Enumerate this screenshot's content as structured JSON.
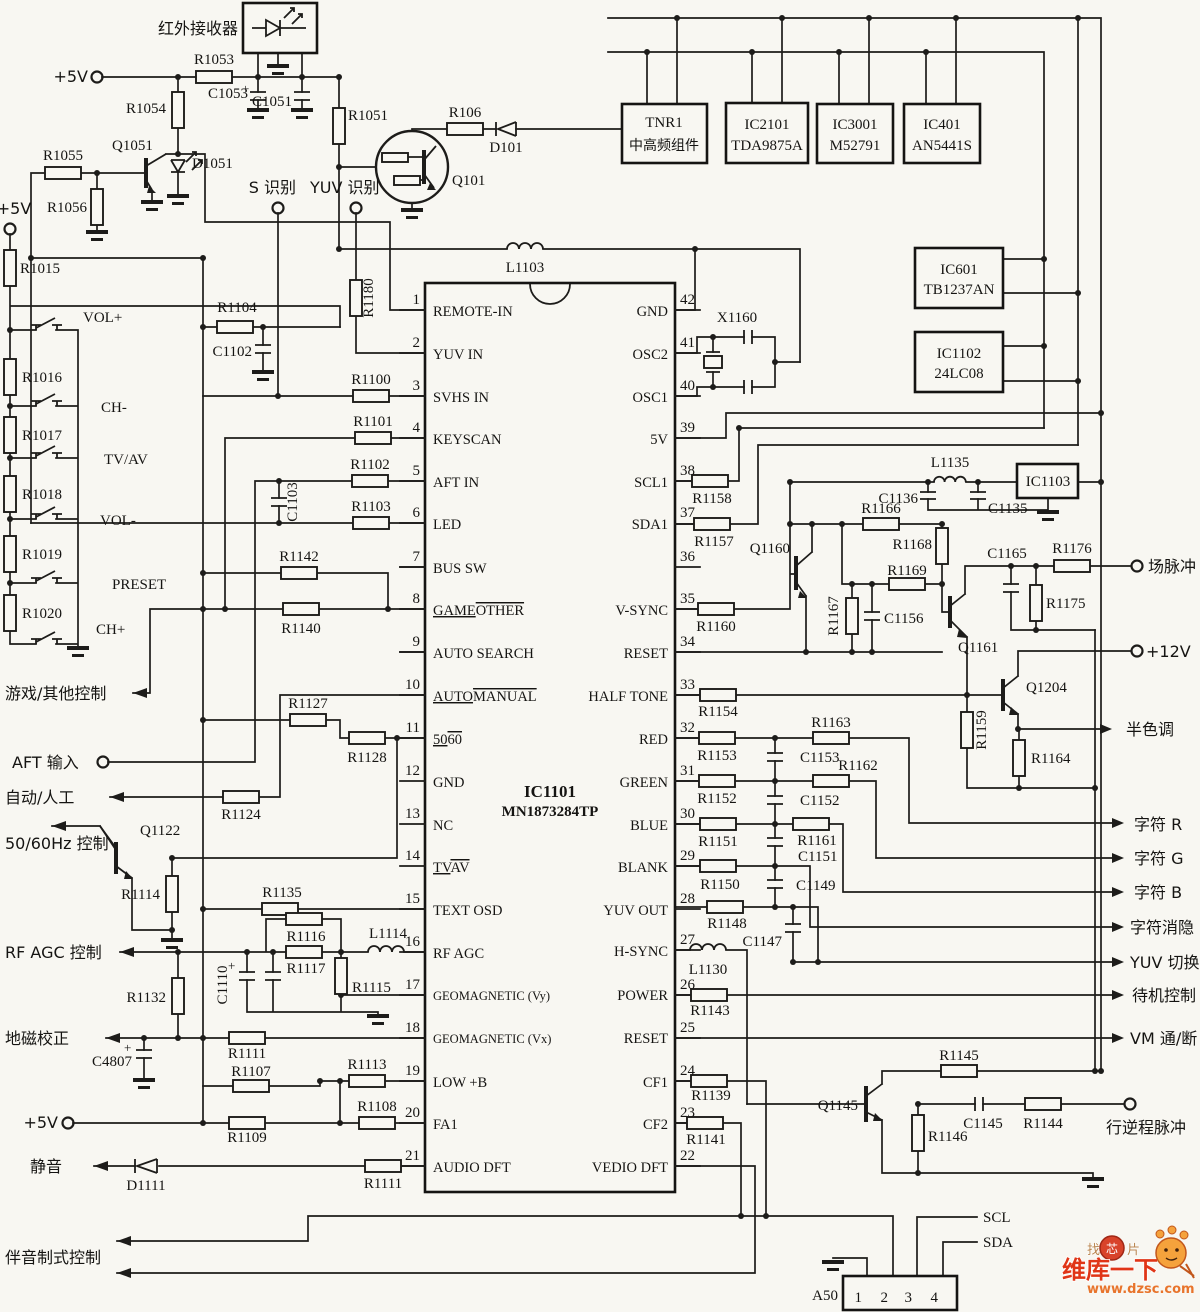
{
  "ic": {
    "ref": "IC1101",
    "part": "MN1873284TP",
    "left": [
      [
        "1",
        "REMOTE-IN"
      ],
      [
        "2",
        "YUV IN"
      ],
      [
        "3",
        "SVHS IN"
      ],
      [
        "4",
        "KEYSCAN"
      ],
      [
        "5",
        "AFT IN"
      ],
      [
        "6",
        "LED"
      ],
      [
        "7",
        "BUS SW"
      ],
      [
        "8",
        "GAME",
        "OTHER"
      ],
      [
        "9",
        "AUTO SEARCH"
      ],
      [
        "10",
        "AUTO",
        "MANUAL"
      ],
      [
        "11",
        "50",
        "60"
      ],
      [
        "12",
        "GND"
      ],
      [
        "13",
        "NC"
      ],
      [
        "14",
        "TV",
        "AV"
      ],
      [
        "15",
        "TEXT OSD"
      ],
      [
        "16",
        "RF AGC"
      ],
      [
        "17",
        "GEOMAGNETIC (Vy)"
      ],
      [
        "18",
        "GEOMAGNETIC (Vx)"
      ],
      [
        "19",
        "LOW +B"
      ],
      [
        "20",
        "FA1"
      ],
      [
        "21",
        "AUDIO DFT"
      ]
    ],
    "right": [
      [
        "42",
        "GND"
      ],
      [
        "41",
        "OSC2"
      ],
      [
        "40",
        "OSC1"
      ],
      [
        "39",
        "5V"
      ],
      [
        "38",
        "SCL1"
      ],
      [
        "37",
        "SDA1"
      ],
      [
        "36",
        ""
      ],
      [
        "35",
        "V-SYNC"
      ],
      [
        "34",
        "RESET"
      ],
      [
        "33",
        "HALF TONE"
      ],
      [
        "32",
        "RED"
      ],
      [
        "31",
        "GREEN"
      ],
      [
        "30",
        "BLUE"
      ],
      [
        "29",
        "BLANK"
      ],
      [
        "28",
        "YUV OUT"
      ],
      [
        "27",
        "H-SYNC"
      ],
      [
        "26",
        "POWER"
      ],
      [
        "25",
        "RESET"
      ],
      [
        "24",
        "CF1"
      ],
      [
        "23",
        "CF2"
      ],
      [
        "22",
        "VEDIO DFT"
      ]
    ]
  },
  "b": {
    "ir": "红外接收器",
    "tnr1a": "TNR1",
    "tnr1b": "中高频组件",
    "ic2101a": "IC2101",
    "ic2101b": "TDA9875A",
    "ic3001a": "IC3001",
    "ic3001b": "M52791",
    "ic401a": "IC401",
    "ic401b": "AN5441S",
    "ic601a": "IC601",
    "ic601b": "TB1237AN",
    "ic1102a": "IC1102",
    "ic1102b": "24LC08",
    "ic1103": "IC1103",
    "a50": "A50",
    "a50pins": [
      "1",
      "2",
      "3",
      "4"
    ]
  },
  "p": {
    "v5a": "+5V",
    "v5b": "+5V",
    "v5c": "+5V",
    "v12": "+12V",
    "sdet": "S 识别",
    "yuvdet": "YUV 识别",
    "game": "游戏/其他控制",
    "aft": "AFT 输入",
    "automan": "自动/人工",
    "hz": "50/60Hz 控制",
    "rfagc": "RF AGC 控制",
    "geo": "地磁校正",
    "mute": "静音",
    "sound": "伴音制式控制",
    "vp": "场脉冲",
    "half": "半色调",
    "chr": "字符 R",
    "chg": "字符 G",
    "chb": "字符 B",
    "chblank": "字符消隐",
    "yuvsw": "YUV 切换",
    "standby": "待机控制",
    "vm": "VM 通/断",
    "hp": "行逆程脉冲",
    "scl": "SCL",
    "sda": "SDA"
  },
  "c": {
    "r1053": "R1053",
    "c1053": "C1053",
    "c1051": "C1051",
    "r1054": "R1054",
    "r1055": "R1055",
    "r1056": "R1056",
    "q1051": "Q1051",
    "d1051": "D1051",
    "r1051": "R1051",
    "r106": "R106",
    "d101": "D101",
    "q101": "Q101",
    "r1015": "R1015",
    "r1016": "R1016",
    "r1017": "R1017",
    "r1018": "R1018",
    "r1019": "R1019",
    "r1020": "R1020",
    "volp": "VOL+",
    "chm": "CH-",
    "tvav": "TV/AV",
    "volm": "VOL-",
    "preset": "PRESET",
    "chp": "CH+",
    "r1104": "R1104",
    "c1102": "C1102",
    "r1100": "R1100",
    "r1101": "R1101",
    "r1102": "R1102",
    "c1103": "C1103",
    "r1103": "R1103",
    "r1180": "R1180",
    "l1103": "L1103",
    "r1142": "R1142",
    "r1140": "R1140",
    "r1127": "R1127",
    "r1128": "R1128",
    "r1124": "R1124",
    "q1122": "Q1122",
    "r1114": "R1114",
    "r1135": "R1135",
    "r1116": "R1116",
    "r1117": "R1117",
    "r1115": "R1115",
    "l1114": "L1114",
    "c1110": "C1110",
    "r1132": "R1132",
    "c4807": "C4807",
    "r1111a": "R1111",
    "r1107": "R1107",
    "r1113": "R1113",
    "r1108": "R1108",
    "r1109": "R1109",
    "d1111": "D1111",
    "r1111b": "R1111",
    "x1160": "X1160",
    "r1158": "R1158",
    "r1157": "R1157",
    "l1135": "L1135",
    "c1136": "C1136",
    "c1135": "C1135",
    "r1166": "R1166",
    "q1160": "Q1160",
    "r1167": "R1167",
    "c1156": "C1156",
    "r1168": "R1168",
    "r1169": "R1169",
    "q1161": "Q1161",
    "c1165": "C1165",
    "r1176": "R1176",
    "r1175": "R1175",
    "q1204": "Q1204",
    "r1159": "R1159",
    "r1164": "R1164",
    "r1160": "R1160",
    "r1154": "R1154",
    "r1163": "R1163",
    "r1153": "R1153",
    "c1153": "C1153",
    "r1162": "R1162",
    "r1152": "R1152",
    "c1152": "C1152",
    "r1151": "R1151",
    "r1161": "R1161",
    "c1151": "C1151",
    "r1150": "R1150",
    "c1149": "C1149",
    "r1148": "R1148",
    "c1147": "C1147",
    "l1130": "L1130",
    "r1143": "R1143",
    "r1145": "R1145",
    "q1145": "Q1145",
    "r1146": "R1146",
    "c1145": "C1145",
    "r1144": "R1144",
    "r1139": "R1139",
    "r1141": "R1141"
  },
  "wm": {
    "find": "找",
    "chip": "芯",
    "pian": "片",
    "brand": "维库一下",
    "url": "www.dzsc.com"
  }
}
